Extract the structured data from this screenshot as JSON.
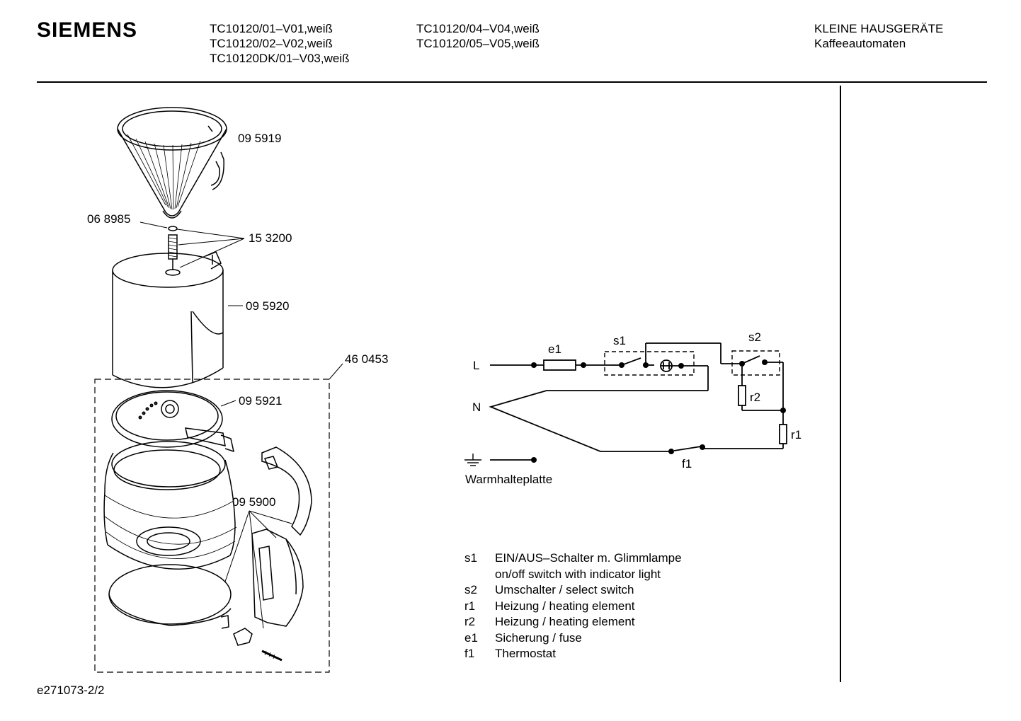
{
  "header": {
    "brand": "SIEMENS",
    "models_col1": [
      "TC10120/01–V01,weiß",
      "TC10120/02–V02,weiß",
      "TC10120DK/01–V03,weiß"
    ],
    "models_col2": [
      "TC10120/04–V04,weiß",
      "TC10120/05–V05,weiß"
    ],
    "category": [
      "KLEINE HAUSGERÄTE",
      "Kaffeeautomaten"
    ]
  },
  "parts": {
    "filter": "09 5919",
    "seal": "06 8985",
    "spring_valve": "15 3200",
    "tank": "09 5920",
    "carafe_set": "46 0453",
    "lid": "09 5921",
    "handle": "09 5900"
  },
  "circuit": {
    "line": "L",
    "neutral": "N",
    "e1": "e1",
    "s1": "s1",
    "s2": "s2",
    "r1": "r1",
    "r2": "r2",
    "f1": "f1",
    "ground_label": "Warmhalteplatte"
  },
  "legend": [
    {
      "code": "s1",
      "text": "EIN/AUS–Schalter m. Glimmlampe"
    },
    {
      "code": "",
      "text": "on/off switch with indicator light"
    },
    {
      "code": "s2",
      "text": "Umschalter / select switch"
    },
    {
      "code": "r1",
      "text": "Heizung / heating element"
    },
    {
      "code": "r2",
      "text": "Heizung / heating element"
    },
    {
      "code": "e1",
      "text": "Sicherung / fuse"
    },
    {
      "code": "f1",
      "text": "Thermostat"
    }
  ],
  "footer": "e271073-2/2"
}
